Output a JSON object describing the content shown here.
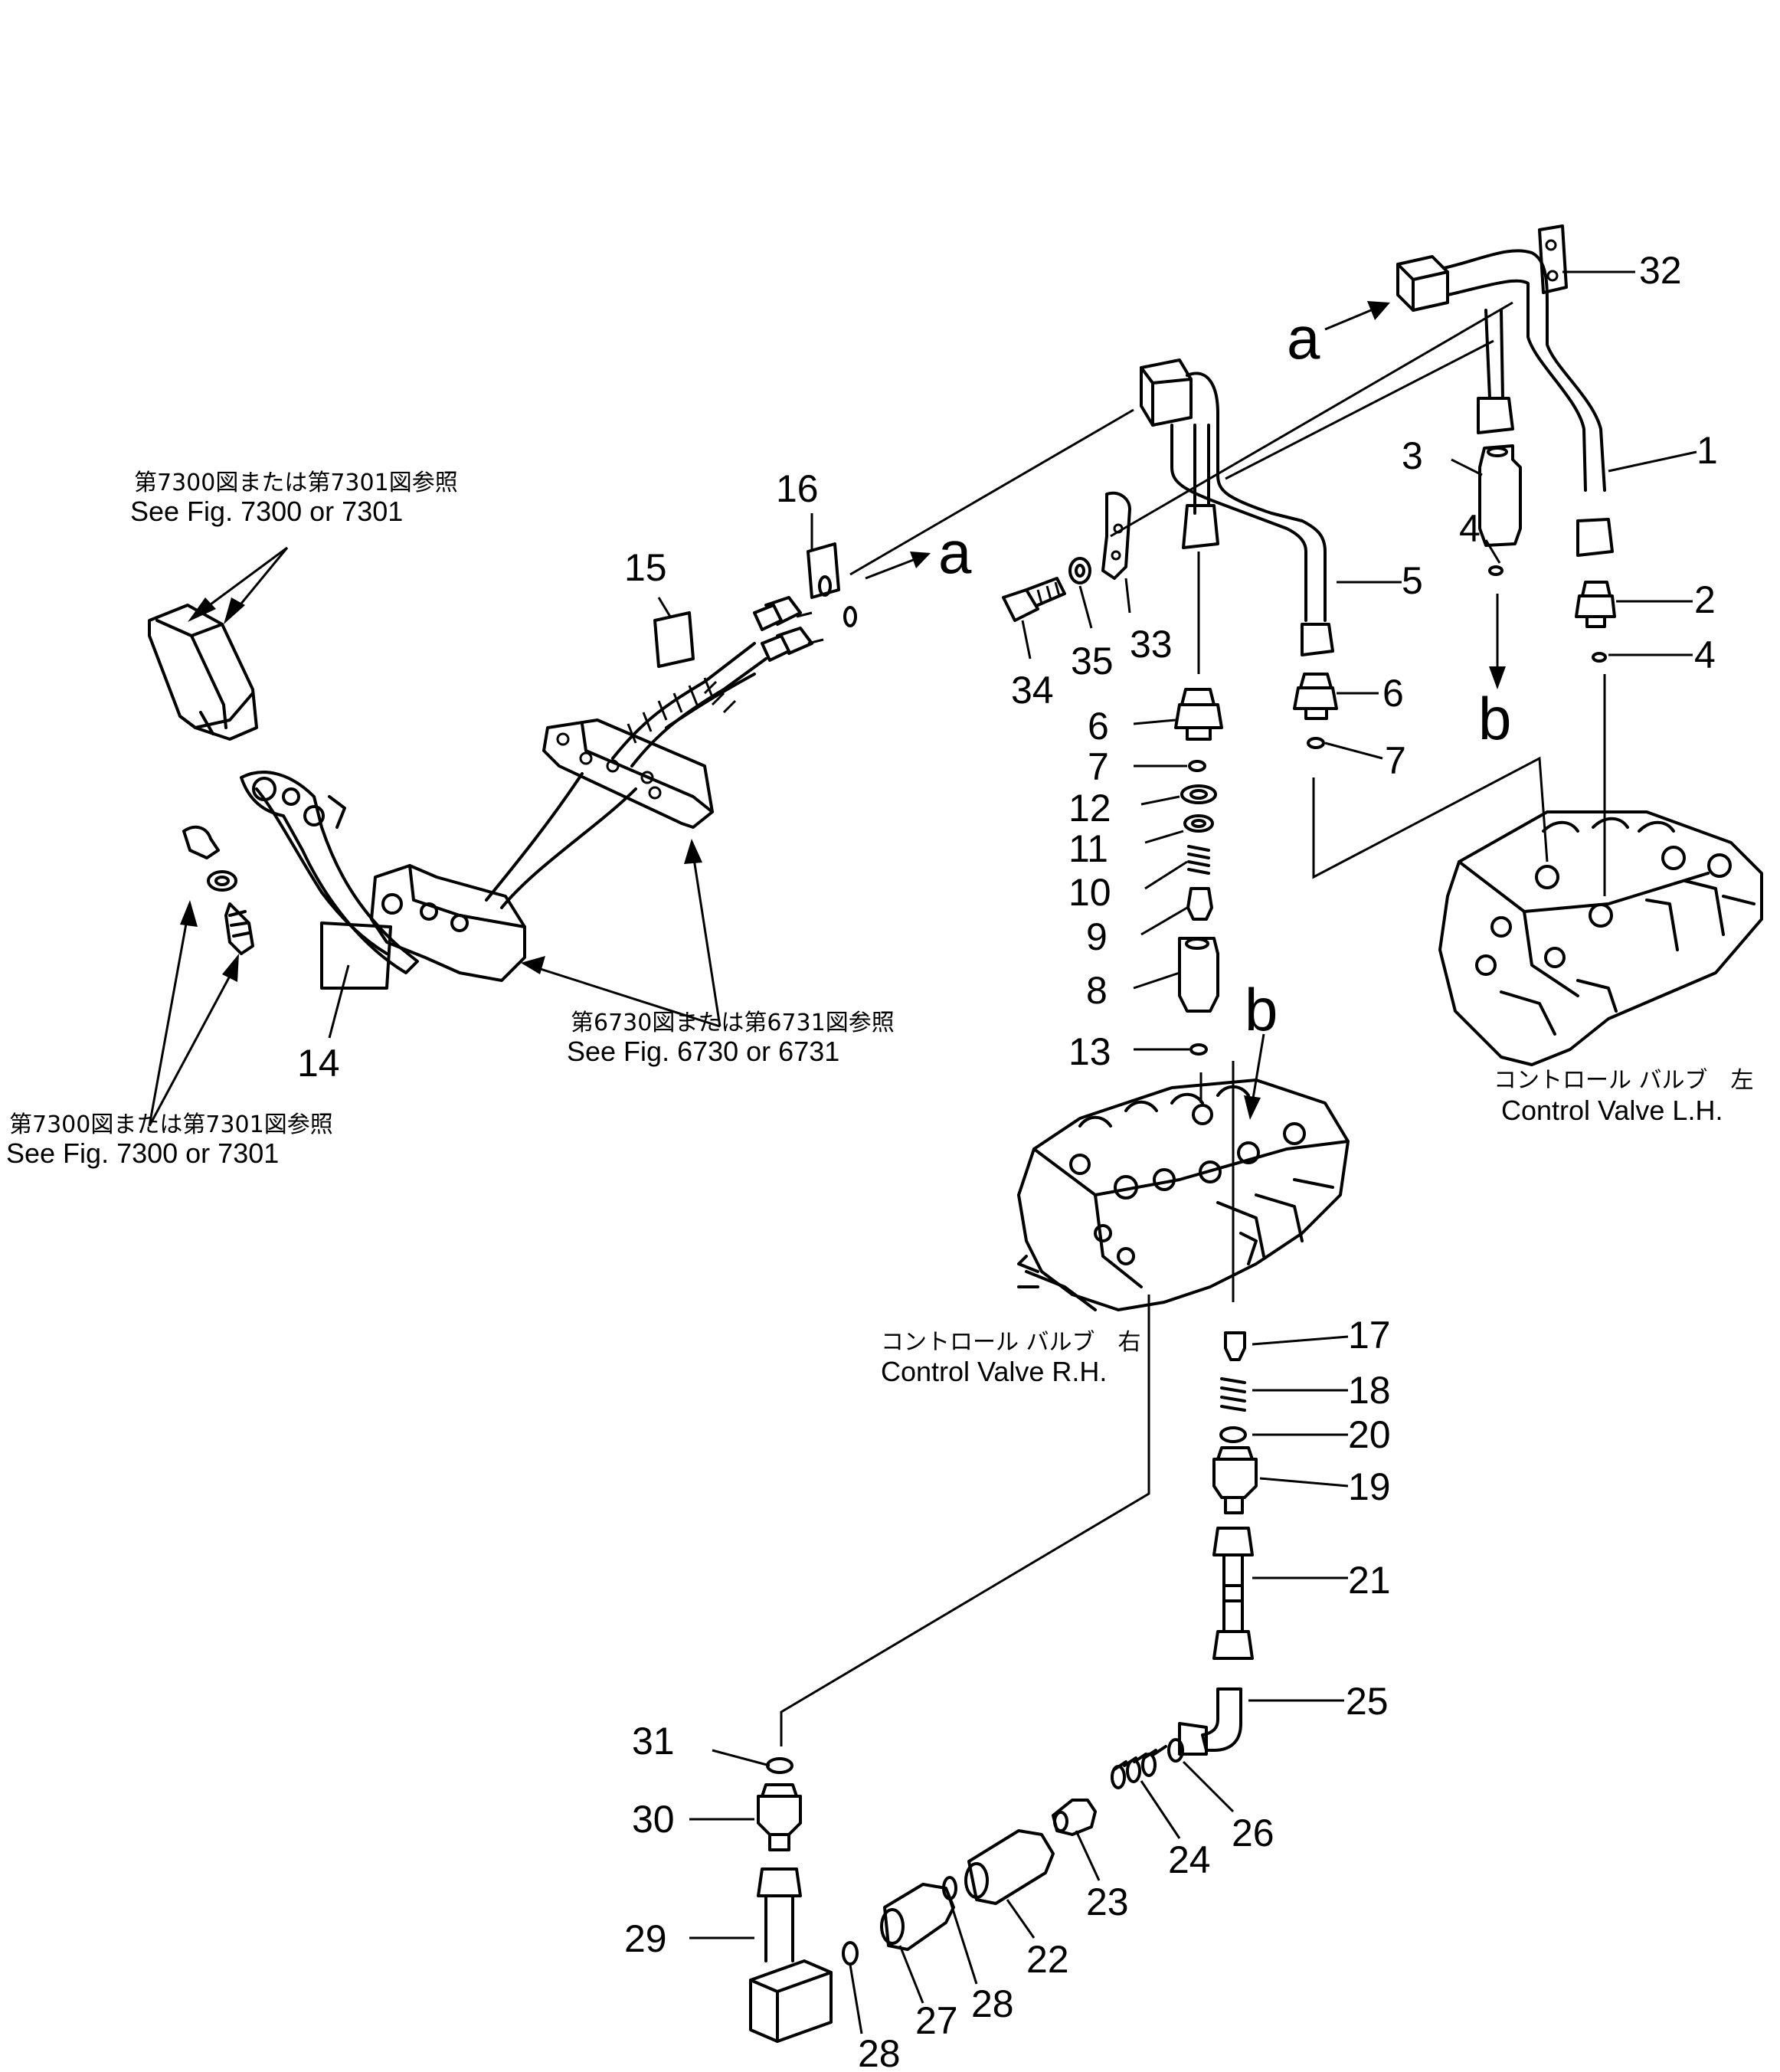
{
  "callouts": [
    "1",
    "2",
    "3",
    "4",
    "4",
    "5",
    "6",
    "6",
    "7",
    "7",
    "8",
    "9",
    "10",
    "11",
    "12",
    "13",
    "14",
    "15",
    "16",
    "17",
    "18",
    "19",
    "20",
    "21",
    "22",
    "23",
    "24",
    "25",
    "26",
    "27",
    "28",
    "28",
    "29",
    "30",
    "31",
    "32",
    "33",
    "34",
    "35"
  ],
  "connection_letters": [
    "a",
    "a",
    "b",
    "b"
  ],
  "notes": {
    "fig7300_top_ja": "第7300図または第7301図参照",
    "fig7300_top_en": "See Fig. 7300 or 7301",
    "fig6730_ja": "第6730図または第6731図参照",
    "fig6730_en": "See Fig. 6730 or 6731",
    "fig7300_bottom_ja": "第7300図または第7301図参照",
    "fig7300_bottom_en": "See Fig. 7300 or 7301",
    "valve_lh_ja": "コントロール バルブ　左",
    "valve_lh_en": "Control Valve L.H.",
    "valve_rh_ja": "コントロール バルブ　右",
    "valve_rh_en": "Control Valve R.H."
  }
}
